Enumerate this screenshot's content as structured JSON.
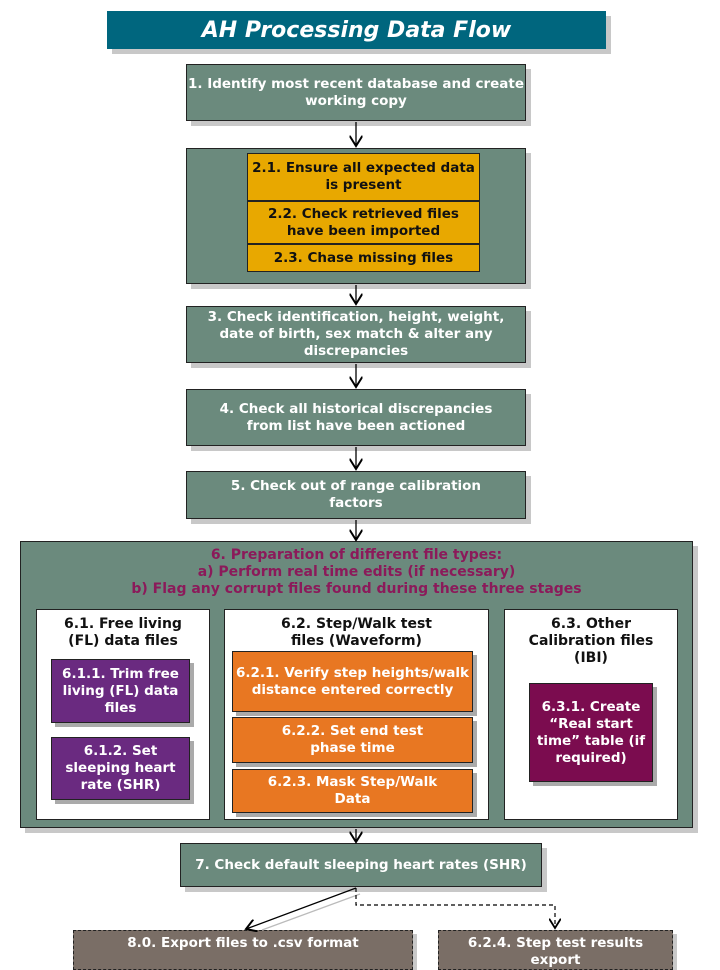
{
  "title": "AH Processing Data Flow",
  "step1": "1. Identify most recent database and create working copy",
  "step2_1": "2.1. Ensure all expected data is present",
  "step2_2": "2.2. Check retrieved files have been imported",
  "step2_3": "2.3. Chase missing files",
  "step3": "3. Check identification, height, weight, date of birth, sex match & alter any discrepancies",
  "step4": "4. Check all historical discrepancies from list have been actioned",
  "step5": "5. Check out of range calibration factors",
  "step6": {
    "line1": "6. Preparation of different file types:",
    "line2": "a) Perform real time edits (if necessary)",
    "line3": "b) Flag any corrupt files found during these three stages"
  },
  "step6_1": {
    "title": "6.1. Free living (FL) data files",
    "a": "6.1.1. Trim free living (FL) data files",
    "b": "6.1.2. Set sleeping heart rate (SHR)"
  },
  "step6_2": {
    "title": "6.2. Step/Walk test files (Waveform)",
    "a": "6.2.1. Verify step heights/walk distance entered correctly",
    "b": "6.2.2. Set end test phase time",
    "c": "6.2.3. Mask Step/Walk Data"
  },
  "step6_3": {
    "title": "6.3. Other Calibration files (IBI)",
    "a": "6.3.1. Create “Real start time” table (if required)"
  },
  "step7": "7. Check default sleeping heart rates (SHR)",
  "step8": "8.0. Export files to .csv format",
  "step6_2_4": "6.2.4. Step test results export"
}
